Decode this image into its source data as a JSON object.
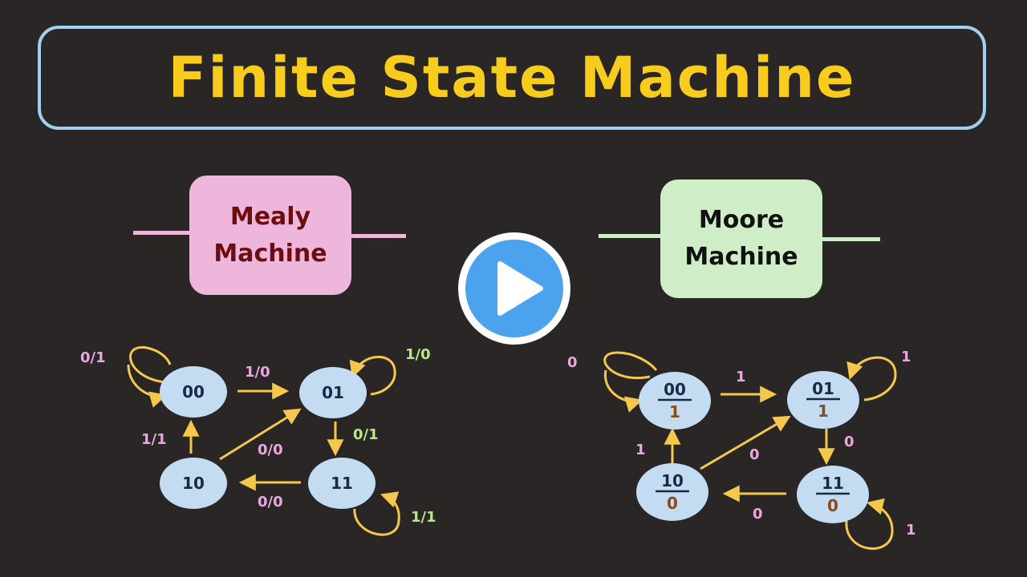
{
  "title": "Finite State Machine",
  "mealy": {
    "line1": "Mealy",
    "line2": "Machine",
    "states": [
      "00",
      "01",
      "10",
      "11"
    ],
    "transitions": {
      "self00": "0/1",
      "t00_01": "1/0",
      "self01": "1/0",
      "t01_11": "0/1",
      "t10_00": "1/1",
      "t10_01": "0/0",
      "t11_10": "0/0",
      "self11": "1/1"
    }
  },
  "moore": {
    "line1": "Moore",
    "line2": "Machine",
    "states": [
      {
        "name": "00",
        "out": "1"
      },
      {
        "name": "01",
        "out": "1"
      },
      {
        "name": "10",
        "out": "0"
      },
      {
        "name": "11",
        "out": "0"
      }
    ],
    "transitions": {
      "self00": "0",
      "t00_01": "1",
      "self01": "1",
      "t01_11": "0",
      "t10_00": "1",
      "t10_01": "0",
      "t11_10": "0",
      "self11": "1"
    }
  },
  "colors": {
    "background": "#2a2626",
    "title": "#f7cc1d",
    "title_border": "#9fd0ef",
    "arrow": "#f5c84c",
    "state_fill": "#c3dcf2",
    "mealy_box": "#efb6db",
    "moore_box": "#cfeec7",
    "label_pink": "#e7a8e0",
    "label_green": "#b9e88a",
    "play_blue": "#4aa3ec"
  },
  "icons": {
    "play": "play-icon"
  }
}
